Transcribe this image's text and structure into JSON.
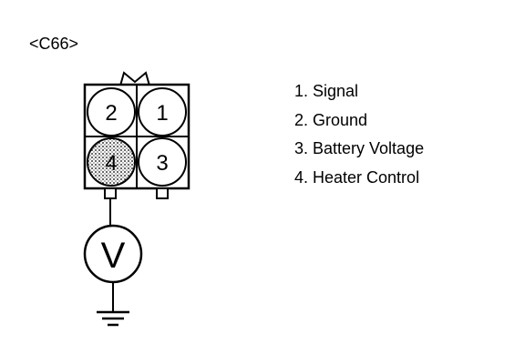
{
  "connector": {
    "name": "<C66>",
    "pins": [
      {
        "number": "2"
      },
      {
        "number": "1"
      },
      {
        "number": "4"
      },
      {
        "number": "3"
      }
    ]
  },
  "meter": {
    "symbol": "V"
  },
  "legend": [
    "1. Signal",
    "2. Ground",
    "3. Battery Voltage",
    "4. Heater Control"
  ]
}
